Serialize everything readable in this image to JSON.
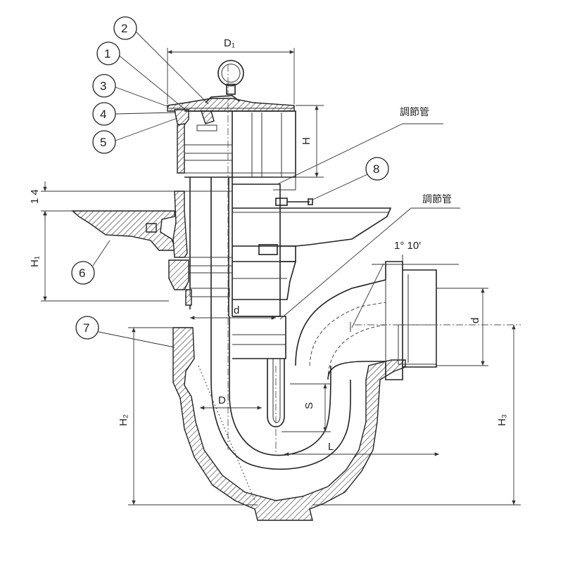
{
  "callouts": [
    {
      "num": "1"
    },
    {
      "num": "2"
    },
    {
      "num": "3"
    },
    {
      "num": "4"
    },
    {
      "num": "5"
    },
    {
      "num": "6"
    },
    {
      "num": "7"
    },
    {
      "num": "8"
    }
  ],
  "labels": {
    "adjust_pipe_1": "調節管",
    "adjust_pipe_2": "調節管",
    "angle": "1° 10′"
  },
  "dimensions": {
    "D1": "D₁",
    "H": "H",
    "d_top": "d",
    "d_right": "d",
    "H1": "H₁",
    "H2": "H₂",
    "H3": "H₃",
    "D": "D",
    "S": "S",
    "L": "L",
    "flange_thk": "1 4"
  }
}
